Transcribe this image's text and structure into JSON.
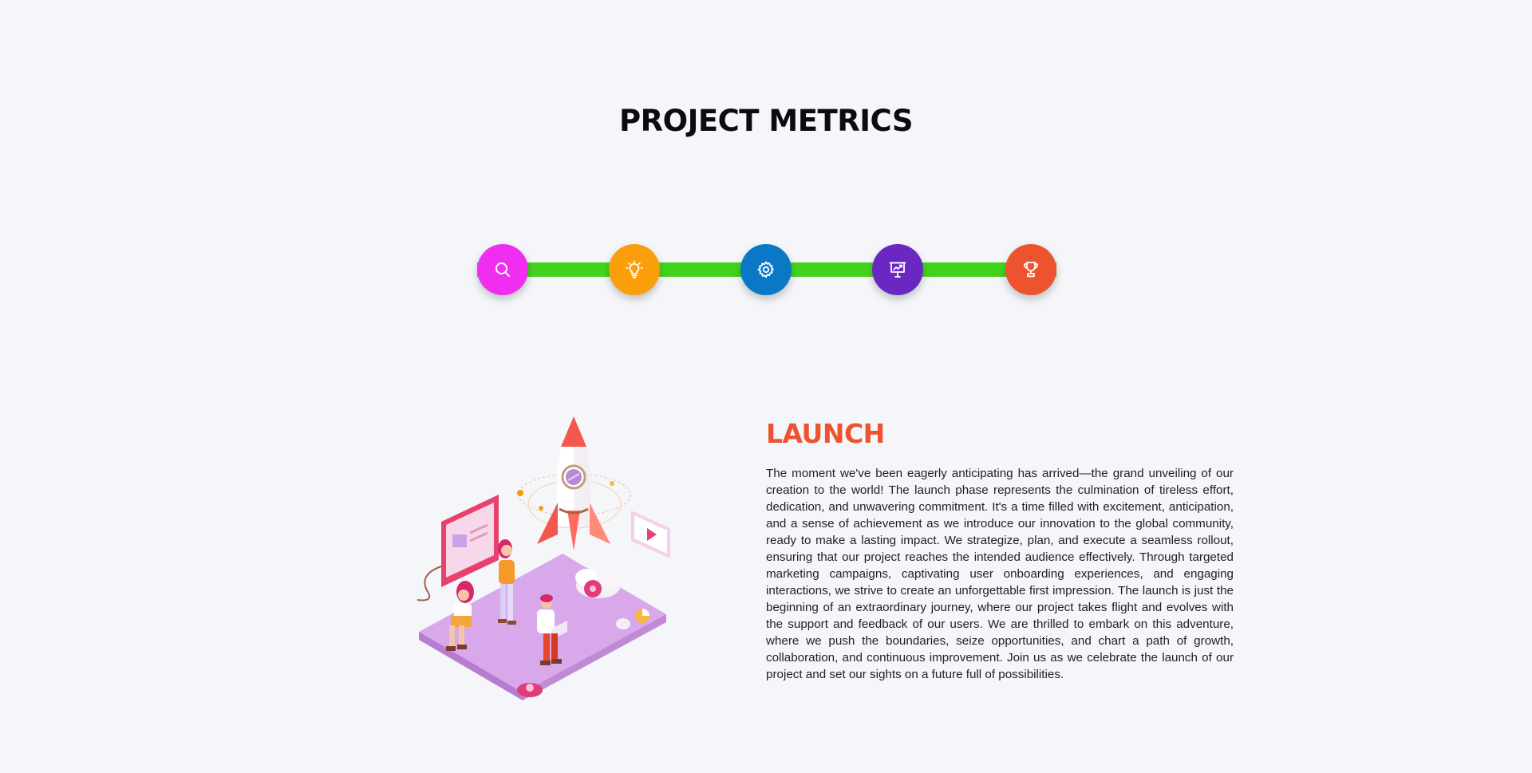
{
  "title": "PROJECT METRICS",
  "steps": [
    {
      "icon": "search-icon",
      "color": "#f02ef0"
    },
    {
      "icon": "lightbulb-icon",
      "color": "#fb9e0b"
    },
    {
      "icon": "gear-icon",
      "color": "#0a78c4"
    },
    {
      "icon": "presentation-chart-icon",
      "color": "#6a27c2"
    },
    {
      "icon": "trophy-icon",
      "color": "#ee5330"
    }
  ],
  "track_color": "#44d31c",
  "active_step": {
    "heading": "LAUNCH",
    "heading_color": "#ee5330",
    "body": "The moment we've been eagerly anticipating has arrived—the grand unveiling of our creation to the world! The launch phase represents the culmination of tireless effort, dedication, and unwavering commitment. It's a time filled with excitement, anticipation, and a sense of achievement as we introduce our innovation to the global community, ready to make a lasting impact. We strategize, plan, and execute a seamless rollout, ensuring that our project reaches the intended audience effectively. Through targeted marketing campaigns, captivating user onboarding experiences, and engaging interactions, we strive to create an unforgettable first impression. The launch is just the beginning of an extraordinary journey, where our project takes flight and evolves with the support and feedback of our users. We are thrilled to embark on this adventure, where we push the boundaries, seize opportunities, and chart a path of growth, collaboration, and continuous improvement. Join us as we celebrate the launch of our project and set our sights on a future full of possibilities."
  }
}
